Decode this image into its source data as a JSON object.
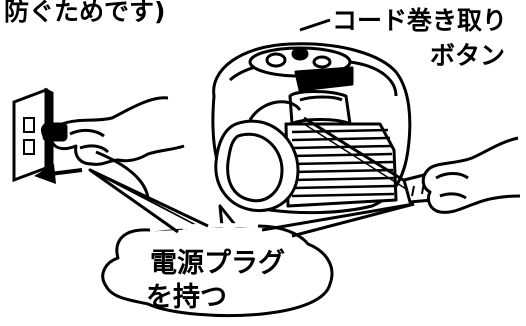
{
  "figure": {
    "top_text": "防ぐためです)",
    "callout_label_line1": "コード巻き取り",
    "callout_label_line2": "ボタン",
    "bubble_line1": "電源プラグ",
    "bubble_line2": "を持つ"
  },
  "colors": {
    "ink": "#000000",
    "paper": "#ffffff"
  }
}
